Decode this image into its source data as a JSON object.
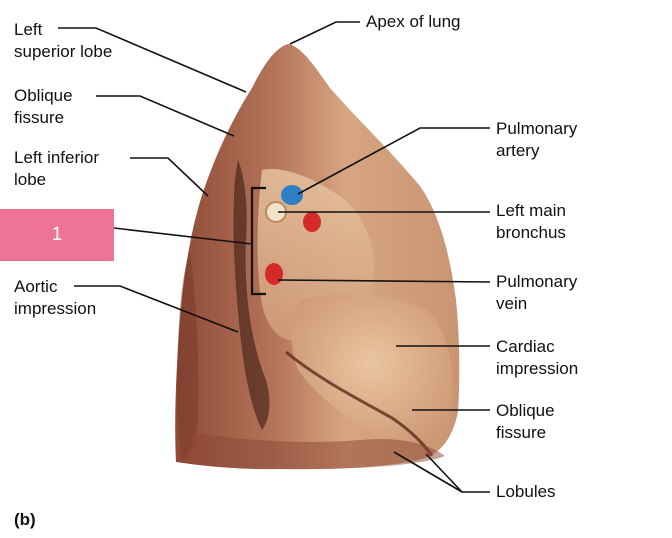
{
  "figure": {
    "panel_label": "(b)",
    "badge": {
      "text": "1",
      "color": "#ee7396"
    },
    "labels_left": {
      "superior_lobe_line1": "Left",
      "superior_lobe_line2": "superior lobe",
      "oblique_fissure_line1": "Oblique",
      "oblique_fissure_line2": "fissure",
      "inferior_lobe_line1": "Left inferior",
      "inferior_lobe_line2": "lobe",
      "aortic_line1": "Aortic",
      "aortic_line2": "impression"
    },
    "labels_right": {
      "apex": "Apex of lung",
      "pulmonary_artery_line1": "Pulmonary",
      "pulmonary_artery_line2": "artery",
      "bronchus_line1": "Left main",
      "bronchus_line2": "bronchus",
      "pulmonary_vein_line1": "Pulmonary",
      "pulmonary_vein_line2": "vein",
      "cardiac_line1": "Cardiac",
      "cardiac_line2": "impression",
      "oblique_fissure_line1": "Oblique",
      "oblique_fissure_line2": "fissure",
      "lobules": "Lobules"
    },
    "colors": {
      "lung_dark": "#a25a44",
      "lung_mid": "#c48a70",
      "lung_light": "#e2b995",
      "artery": "#2f7fc4",
      "vein": "#d42a2a",
      "bronchus": "#f2e2c8"
    }
  }
}
